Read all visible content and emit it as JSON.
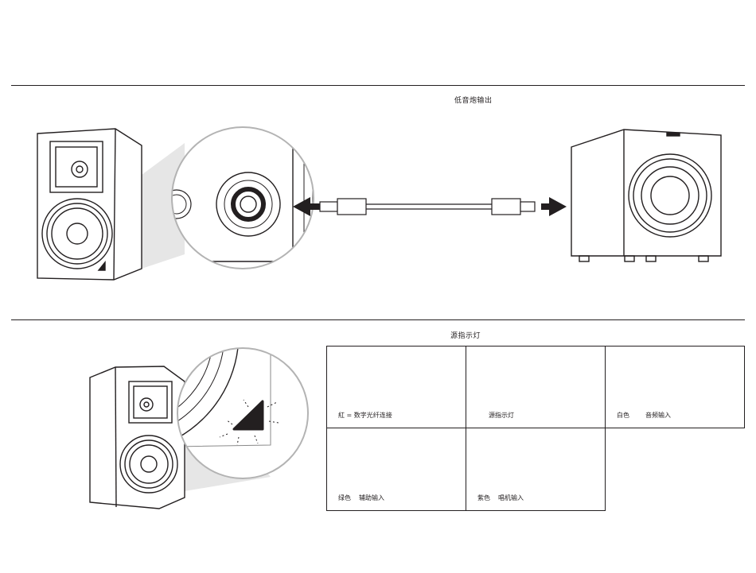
{
  "section_sub": {
    "title": "低音炮输出"
  },
  "section_led": {
    "title": "源指示灯",
    "cells": [
      {
        "a": "紅 = 数字光纤连接",
        "b": ""
      },
      {
        "a": "源指示灯",
        "b": ""
      },
      {
        "a": "白色",
        "b": "音频输入"
      },
      {
        "a": "绿色",
        "b": "辅助输入"
      },
      {
        "a": "紫色",
        "b": "唱机输入"
      }
    ]
  },
  "colors": {
    "line": "#231f20",
    "zoom_fill": "#e6e6e6",
    "circle_edge": "#b3b3b3"
  },
  "icons": {
    "led": "triangle-led-icon",
    "arrow": "arrow-icon"
  }
}
